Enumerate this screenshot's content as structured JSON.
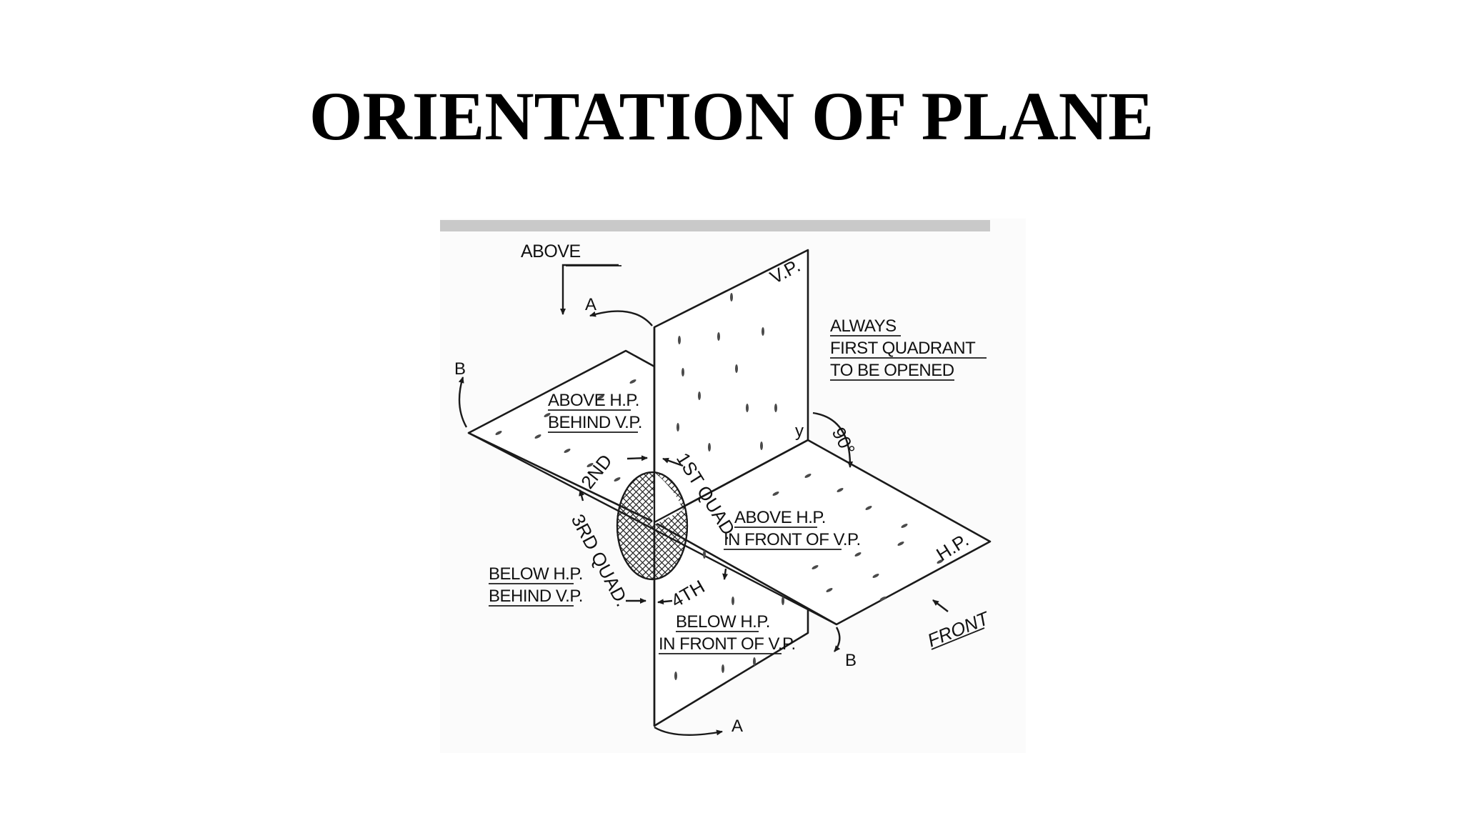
{
  "title": "ORIENTATION OF PLANE",
  "diagram": {
    "label_above": "ABOVE",
    "label_vp": "V.P.",
    "label_hp": "H.P.",
    "label_y": "y",
    "label_a": "A",
    "label_b": "B",
    "label_90": "90°",
    "label_front": "FRONT",
    "note_line1": "ALWAYS",
    "note_line2": "FIRST QUADRANT",
    "note_line3": "TO BE OPENED",
    "q2_line1": "ABOVE H.P.",
    "q2_line2": "BEHIND V.P.",
    "q1_line1": "ABOVE H.P.",
    "q1_line2": "IN FRONT OF V.P.",
    "q3_line1": "BELOW H.P.",
    "q3_line2": "BEHIND V.P.",
    "q4_line1": "BELOW H.P.",
    "q4_line2": "IN FRONT OF V.P.",
    "quad_1st": "1ST QUAD.",
    "quad_2nd": "2ND",
    "quad_3rd": "3RD QUAD.",
    "quad_4th": "4TH"
  }
}
